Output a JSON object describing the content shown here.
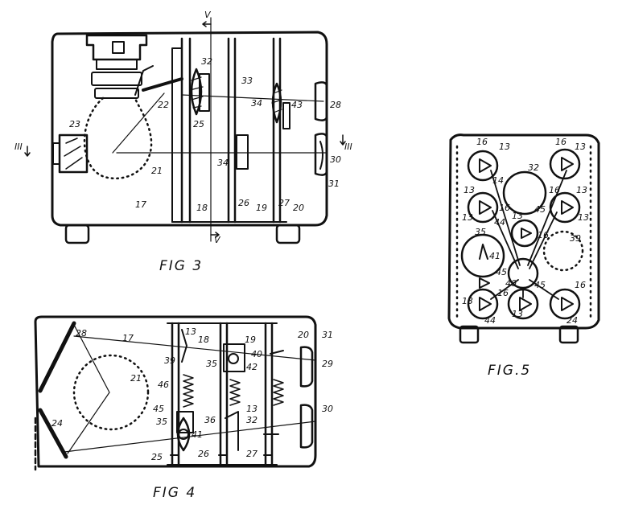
{
  "colors": {
    "ink": "#111111",
    "paper": "#ffffff"
  },
  "figures": {
    "fig3": {
      "caption": "FIG 3",
      "labels": {
        "l1": "32",
        "l2": "33",
        "l3": "22",
        "l4": "23",
        "l5": "25",
        "l6": "34",
        "l7": "43",
        "l8": "28",
        "l9": "III",
        "l10": "III",
        "l11": "V",
        "l12": "V",
        "l13": "34",
        "l14": "30",
        "l15": "21",
        "l16": "31",
        "l17": "17",
        "l18": "18",
        "l19": "26",
        "l20": "19",
        "l21": "27",
        "l22": "20"
      }
    },
    "fig4": {
      "caption": "FIG 4",
      "labels": {
        "l1": "28",
        "l2": "17",
        "l3": "13",
        "l4": "18",
        "l5": "19",
        "l6": "20",
        "l7": "31",
        "l8": "39",
        "l9": "35",
        "l10": "42",
        "l11": "40",
        "l12": "29",
        "l13": "21",
        "l14": "46",
        "l15": "45",
        "l16": "24",
        "l17": "13",
        "l18": "30",
        "l19": "35",
        "l20": "36",
        "l21": "32",
        "l22": "41",
        "l23": "25",
        "l24": "26",
        "l25": "27"
      }
    },
    "fig5": {
      "caption": "FIG.5",
      "labels": {
        "l1": "16",
        "l2": "13",
        "l3": "16",
        "l4": "13",
        "l5": "14",
        "l6": "32",
        "l7": "13",
        "l8": "16",
        "l9": "16",
        "l10": "13",
        "l11": "13",
        "l12": "44",
        "l13": "45",
        "l14": "13",
        "l15": "13",
        "l16": "35",
        "l17": "16",
        "l18": "39",
        "l19": "41",
        "l20": "40",
        "l21": "45",
        "l22": "45",
        "l23": "16",
        "l24": "16",
        "l25": "13",
        "l26": "44",
        "l27": "13",
        "l28": "24"
      }
    }
  }
}
